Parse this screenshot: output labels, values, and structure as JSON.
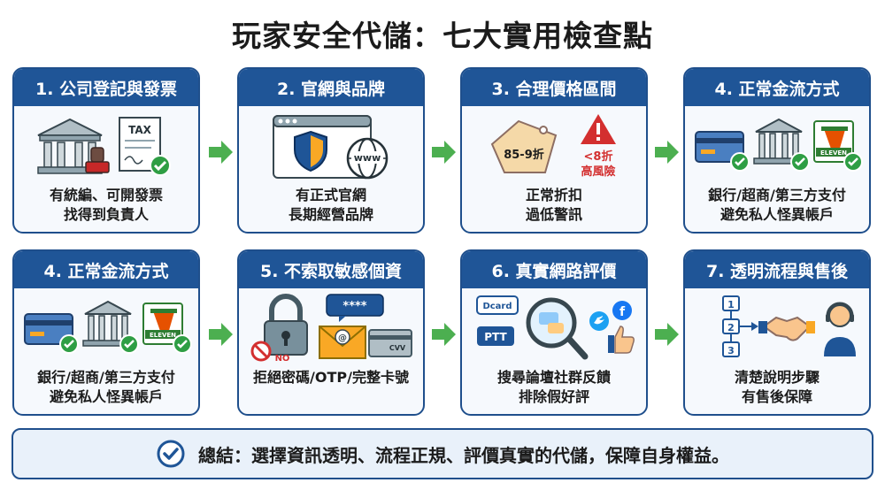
{
  "title": "玩家安全代儲：七大實用檢查點",
  "cards": [
    {
      "heading": "1. 公司登記與發票",
      "line1": "有統編、可開發票",
      "line2": "找得到負責人",
      "art": {
        "tax": "TAX"
      }
    },
    {
      "heading": "2. 官網與品牌",
      "line1": "有正式官網",
      "line2": "長期經營品牌",
      "art": {
        "www": "www"
      }
    },
    {
      "heading": "3. 合理價格區間",
      "line1": "正常折扣",
      "line2": "過低警訊",
      "art": {
        "tag": "85-9折",
        "warn1": "<8折",
        "warn2": "高風險"
      }
    },
    {
      "heading": "4. 正常金流方式",
      "line1": "銀行/超商/第三方支付",
      "line2": "避免私人怪異帳戶",
      "art": {
        "store": "ELEVEN"
      }
    },
    {
      "heading": "4. 正常金流方式",
      "line1": "銀行/超商/第三方支付",
      "line2": "避免私人怪異帳戶",
      "art": {
        "store": "ELEVEN"
      }
    },
    {
      "heading": "5. 不索取敏感個資",
      "line1": "拒絕密碼/OTP/完整卡號",
      "line2": "",
      "art": {
        "no": "NO",
        "stars": "****",
        "cvv": "CVV"
      }
    },
    {
      "heading": "6. 真實網路評價",
      "line1": "搜尋論壇社群反饋",
      "line2": "排除假好評",
      "art": {
        "dcard": "Dcard",
        "ptt": "PTT"
      }
    },
    {
      "heading": "7. 透明流程與售後",
      "line1": "清楚說明步驟",
      "line2": "有售後保障",
      "art": {
        "s1": "1",
        "s2": "2",
        "s3": "3"
      }
    }
  ],
  "summary": "總結：選擇資訊透明、流程正規、評價真實的代儲，保障自身權益。",
  "colors": {
    "brand": "#1f5597",
    "arrow": "#4caf50",
    "check": "#2e9e44",
    "warn": "#d32f2f"
  }
}
